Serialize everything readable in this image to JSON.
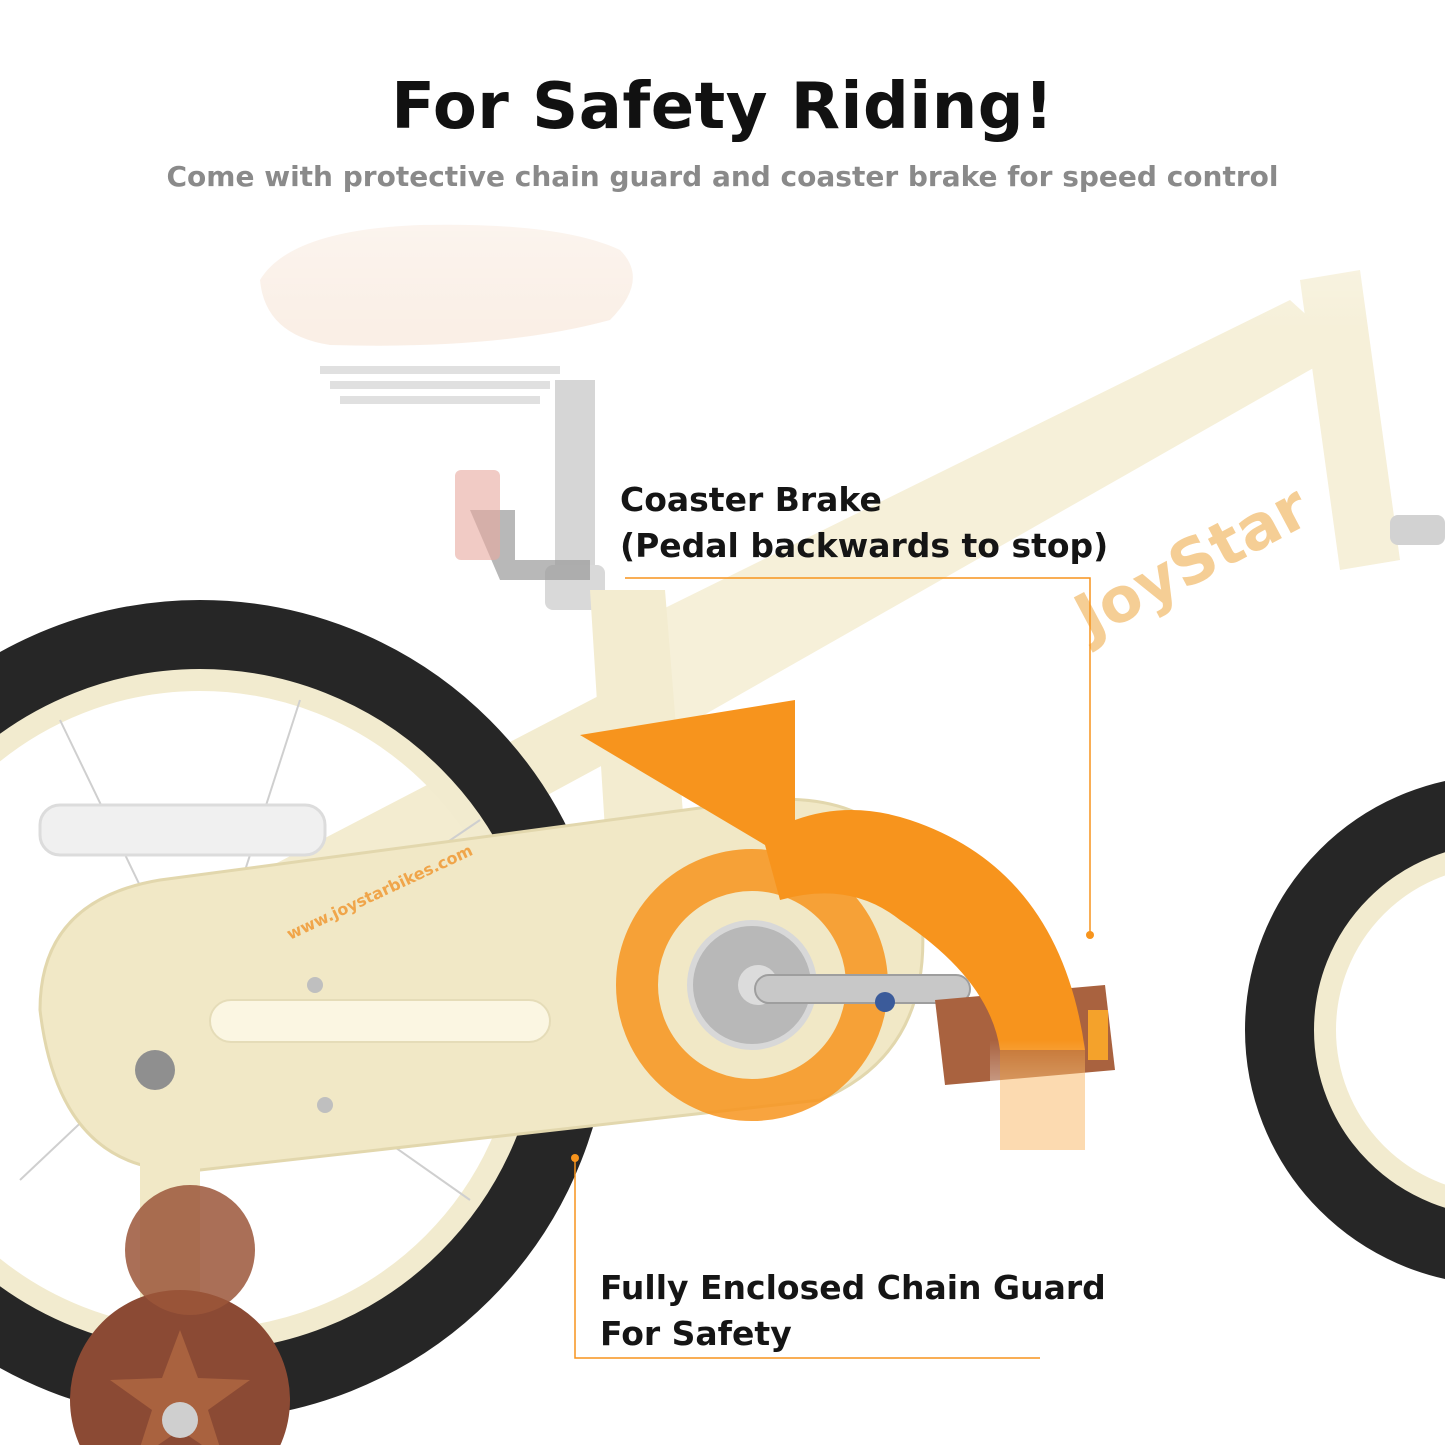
{
  "header": {
    "title": "For Safety Riding!",
    "subtitle": "Come with protective chain guard and coaster brake for speed control"
  },
  "callouts": {
    "coaster_brake": {
      "line1": "Coaster Brake",
      "line2": "(Pedal backwards to stop)"
    },
    "chain_guard": {
      "line1": "Fully Enclosed Chain Guard",
      "line2": "For Safety"
    }
  },
  "bike": {
    "brand_logo": "JoyStar",
    "url_decal": "www.joystarbikes.com",
    "frame_color": "#f3ecd0",
    "accent_color": "#f7941d",
    "tire_color": "#262626",
    "pedal_color": "#a9623f"
  },
  "icons": {
    "rotation_arrow": "counterclockwise-arrow-icon"
  }
}
